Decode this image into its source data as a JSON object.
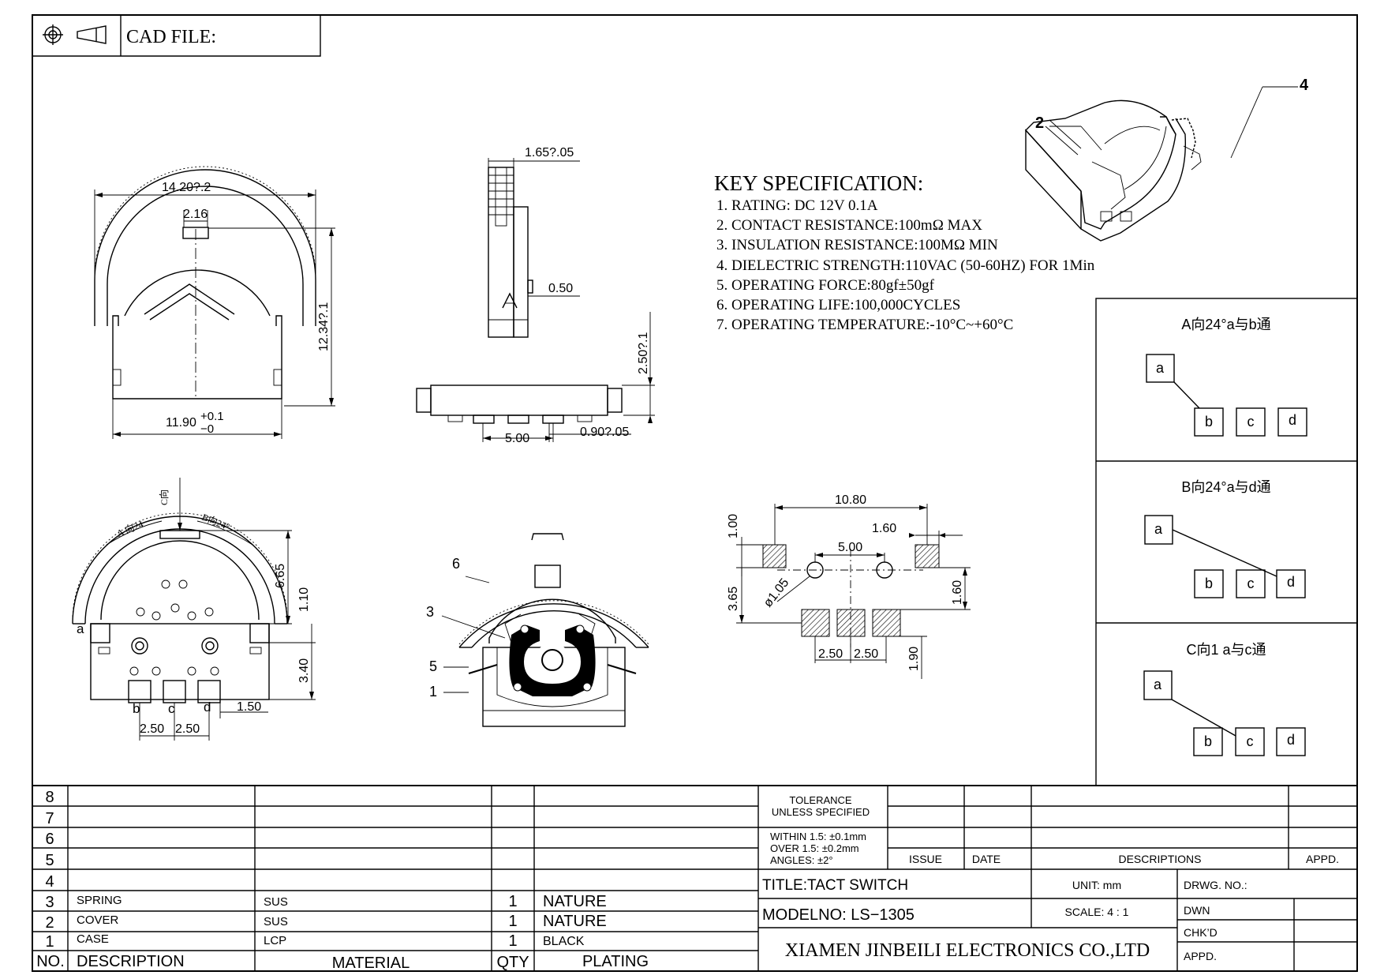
{
  "header": {
    "cad_label": "CAD FILE:",
    "crosshair_icon": "crosshair-icon",
    "cone_icon": "cone-icon"
  },
  "views": {
    "top": {
      "width": "14.20?.2",
      "slot": "2.16",
      "height": "12.34?.1",
      "bottom": "11.90",
      "tol_plus": "+0.1",
      "tol_minus": "−0"
    },
    "side": {
      "top": "1.65?.05",
      "tab": "0.50"
    },
    "front": {
      "height": "2.50?.1",
      "pitch": "5.00",
      "pin": "0.90?.05"
    },
    "bottom": {
      "label_c": "C向",
      "label_a": "A 向24",
      "label_b": "B向24°",
      "d665": "6.65",
      "d110": "1.10",
      "d340": "3.40",
      "d150": "1.50",
      "p1": "2.50",
      "p2": "2.50",
      "t_a": "a",
      "t_b": "b",
      "t_c": "c",
      "t_d": "d"
    },
    "exploded": {
      "n6": "6",
      "n3": "3",
      "n5": "5",
      "n1": "1"
    },
    "iso": {
      "n2": "2",
      "n4": "4"
    }
  },
  "specs": {
    "title": "KEY SPECIFICATION:",
    "items": [
      "1. RATING: DC 12V   0.1A",
      "2. CONTACT RESISTANCE:100mΩ MAX",
      "3. INSULATION RESISTANCE:100MΩ MIN",
      "4. DIELECTRIC STRENGTH:110VAC (50-60HZ) FOR 1Min",
      "5. OPERATING FORCE:80gf±50gf",
      "6. OPERATING LIFE:100,000CYCLES",
      "7. OPERATING TEMPERATURE:-10°C~+60°C"
    ]
  },
  "footprint": {
    "w1080": "10.80",
    "w160": "1.60",
    "w500": "5.00",
    "h100": "1.00",
    "h365": "3.65",
    "dia": "ø1.05",
    "h160": "1.60",
    "p1": "2.50",
    "p2": "2.50",
    "h190": "1.90"
  },
  "states": [
    {
      "title": "A向24°a与b通",
      "pins": [
        "a",
        "b",
        "c",
        "d"
      ]
    },
    {
      "title": "B向24°a与d通",
      "pins": [
        "a",
        "b",
        "c",
        "d"
      ]
    },
    {
      "title": "C向1  a与c通",
      "pins": [
        "a",
        "b",
        "c",
        "d"
      ]
    }
  ],
  "bom": {
    "row_numbers": [
      "8",
      "7",
      "6",
      "5",
      "4",
      "3",
      "2",
      "1"
    ],
    "items": [
      {
        "description": "SPRING",
        "material": "SUS",
        "qty": "1",
        "plating": "NATURE"
      },
      {
        "description": "COVER",
        "material": "SUS",
        "qty": "1",
        "plating": "NATURE"
      },
      {
        "description": "CASE",
        "material": "LCP",
        "qty": "1",
        "plating": "BLACK"
      }
    ],
    "headers": {
      "no": "NO.",
      "description": "DESCRIPTION",
      "material": "MATERIAL",
      "qty": "QTY",
      "plating": "PLATING"
    }
  },
  "title_block": {
    "tolerance_1": "TOLERANCE",
    "tolerance_2": "UNLESS SPECIFIED",
    "within": "WITHIN 1.5: ±0.1mm",
    "over": "OVER 1.5:  ±0.2mm",
    "angles": "ANGLES: ±2°",
    "issue": "ISSUE",
    "date": "DATE",
    "descriptions": "DESCRIPTIONS",
    "appd_rev": "APPD.",
    "title": "TITLE:TACT  SWITCH",
    "unit": "UNIT: mm",
    "drwg_no": "DRWG. NO.:",
    "model": "MODELNO: LS−1305",
    "scale": "SCALE: 4 : 1",
    "dwn": "DWN",
    "chkd": "CHK’D",
    "appd": "APPD.",
    "company": "XIAMEN JINBEILI ELECTRONICS CO.,LTD"
  }
}
